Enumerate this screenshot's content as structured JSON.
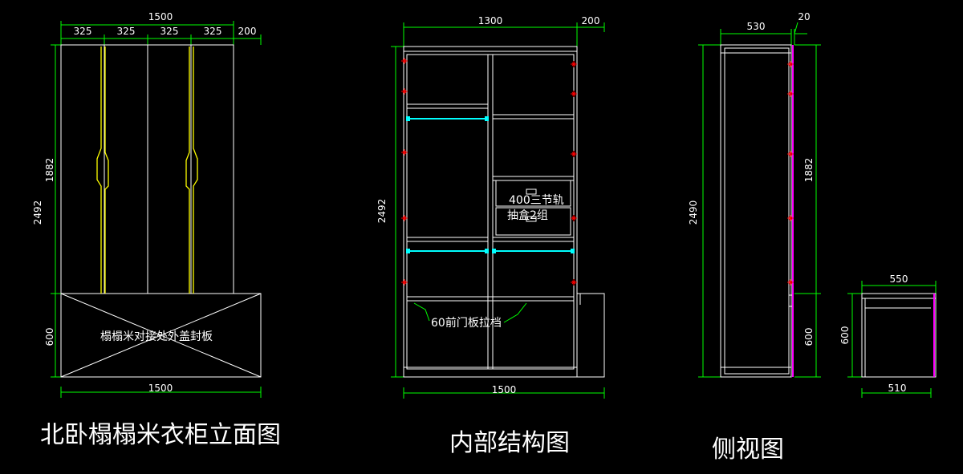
{
  "colors": {
    "background": "#000000",
    "dimension_line": "#00ff00",
    "outline": "#ffffff",
    "handle": "#ffff00",
    "hanging_rod": "#00ffff",
    "hinge_mark": "#ff0000",
    "side_edge": "#ff00ff"
  },
  "front_elevation": {
    "title": "北卧榻榻米衣柜立面图",
    "top_total": "1500",
    "top_segments": [
      "325",
      "325",
      "325",
      "325",
      "200"
    ],
    "left_total": "2492",
    "left_upper": "1882",
    "left_lower": "600",
    "bottom_total": "1500",
    "tatami_note": "榻榻米对接处外盖封板"
  },
  "internal_structure": {
    "title": "内部结构图",
    "top_main": "1300",
    "top_side": "200",
    "left_total": "2492",
    "bottom_total": "1500",
    "drawer_note_line1": "400三节轨",
    "drawer_note_line2": "抽盒2组",
    "rail_note": "60前门板拉档"
  },
  "side_view": {
    "title": "侧视图",
    "top_depth": "530",
    "top_edge": "20",
    "left_total": "2490",
    "right_upper": "1882",
    "right_lower": "600",
    "box_top": "550",
    "box_bottom": "510",
    "box_height": "600"
  }
}
